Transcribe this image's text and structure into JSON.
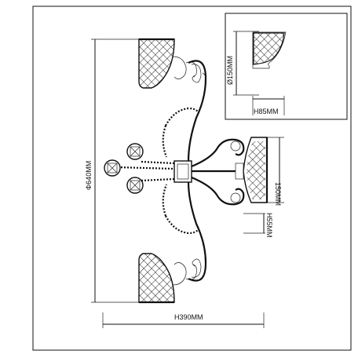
{
  "dimensions": {
    "diameter_total": "Φ640MM",
    "width": "H390MM",
    "shade_diameter": "Ø150MM",
    "shade_height": "H85MM",
    "side_height": "150MM",
    "bottom_offset": "H55MM"
  },
  "colors": {
    "ink": "#111111",
    "paper": "#ffffff",
    "shade_fill": "#e6e6e6"
  }
}
